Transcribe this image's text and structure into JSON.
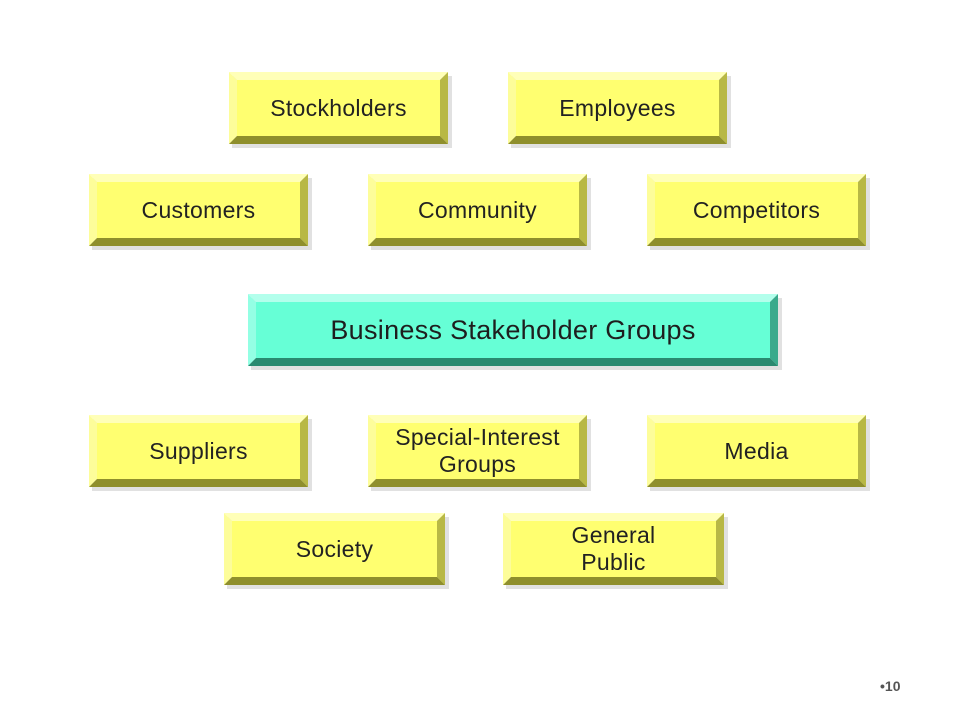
{
  "diagram": {
    "center": {
      "label": "Business Stakeholder Groups"
    },
    "groups": [
      {
        "label": "Stockholders"
      },
      {
        "label": "Employees"
      },
      {
        "label": "Customers"
      },
      {
        "label": "Community"
      },
      {
        "label": "Competitors"
      },
      {
        "label": "Suppliers"
      },
      {
        "label": "Special-Interest\nGroups"
      },
      {
        "label": "Media"
      },
      {
        "label": "Society"
      },
      {
        "label": "General\nPublic"
      }
    ]
  },
  "footer": {
    "page_number": "•10"
  },
  "colors": {
    "group_face": "#ffff70",
    "group_top": "#ffffb8",
    "group_left": "#fdfd9a",
    "group_right": "#b8b845",
    "group_bottom": "#8f8f2c",
    "center_face": "#66ffd6",
    "center_top": "#b3ffec",
    "center_left": "#94ffe4",
    "center_right": "#3aaa8c",
    "center_bottom": "#2a8a70"
  }
}
